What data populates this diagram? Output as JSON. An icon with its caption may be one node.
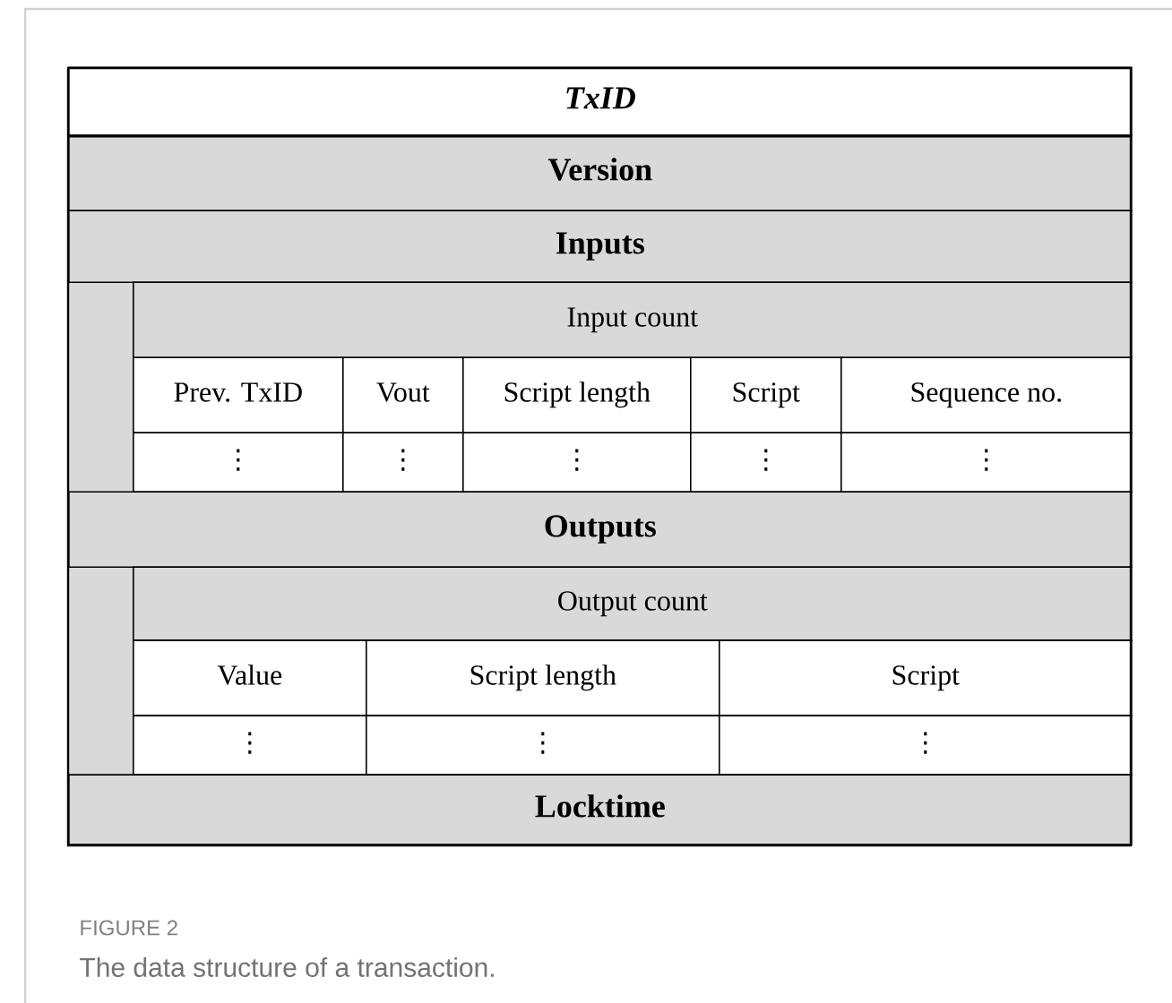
{
  "diagram": {
    "caption": "The data structure of a transaction.",
    "nodes": [
      {
        "text": [],
        "shape": "bar"
      },
      {
        "text": [],
        "shape": "bar"
      }
    ],
    "labels": [
      "TxID",
      "Version",
      "Inputs",
      "Input count",
      "Prev. TxID",
      "Vout",
      "Script length",
      "Script",
      "Sequence no.",
      "⋮",
      "⋮",
      "⋮",
      "⋮",
      "⋮",
      "Outputs",
      "Output count",
      "Value",
      "Script length",
      "Script",
      "⋮",
      "⋮",
      "⋮",
      "Locktime",
      "FIGURE 2"
    ]
  }
}
